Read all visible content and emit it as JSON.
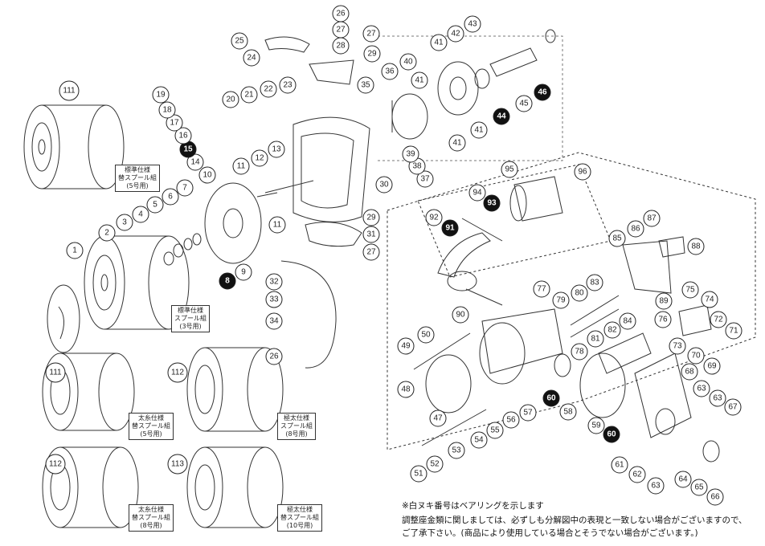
{
  "callouts": [
    {
      "id": "1",
      "filled": false
    },
    {
      "id": "2",
      "filled": false
    },
    {
      "id": "3",
      "filled": false
    },
    {
      "id": "4",
      "filled": false
    },
    {
      "id": "5",
      "filled": false
    },
    {
      "id": "6",
      "filled": false
    },
    {
      "id": "7",
      "filled": false
    },
    {
      "id": "8",
      "filled": true
    },
    {
      "id": "9",
      "filled": false
    },
    {
      "id": "10",
      "filled": false
    },
    {
      "id": "11a",
      "label": "11",
      "filled": false
    },
    {
      "id": "11b",
      "label": "11",
      "filled": false
    },
    {
      "id": "12",
      "filled": false
    },
    {
      "id": "13",
      "filled": false
    },
    {
      "id": "14",
      "filled": false
    },
    {
      "id": "15",
      "filled": true
    },
    {
      "id": "16",
      "filled": false
    },
    {
      "id": "17",
      "filled": false
    },
    {
      "id": "18",
      "filled": false
    },
    {
      "id": "19",
      "filled": false
    },
    {
      "id": "20",
      "filled": false
    },
    {
      "id": "21",
      "filled": false
    },
    {
      "id": "22",
      "filled": false
    },
    {
      "id": "23",
      "filled": false
    },
    {
      "id": "24",
      "filled": false
    },
    {
      "id": "25",
      "filled": false
    },
    {
      "id": "26a",
      "label": "26",
      "filled": false
    },
    {
      "id": "26b",
      "label": "26",
      "filled": false
    },
    {
      "id": "27a",
      "label": "27",
      "filled": false
    },
    {
      "id": "27b",
      "label": "27",
      "filled": false
    },
    {
      "id": "27c",
      "label": "27",
      "filled": false
    },
    {
      "id": "28",
      "filled": false
    },
    {
      "id": "29a",
      "label": "29",
      "filled": false
    },
    {
      "id": "29b",
      "label": "29",
      "filled": false
    },
    {
      "id": "30",
      "filled": false
    },
    {
      "id": "31",
      "filled": false
    },
    {
      "id": "32",
      "filled": false
    },
    {
      "id": "33",
      "filled": false
    },
    {
      "id": "34",
      "filled": false
    },
    {
      "id": "35",
      "filled": false
    },
    {
      "id": "36",
      "filled": false
    },
    {
      "id": "37",
      "filled": false
    },
    {
      "id": "38",
      "filled": false
    },
    {
      "id": "39",
      "filled": false
    },
    {
      "id": "40",
      "filled": false
    },
    {
      "id": "41a",
      "label": "41",
      "filled": false
    },
    {
      "id": "41b",
      "label": "41",
      "filled": false
    },
    {
      "id": "41c",
      "label": "41",
      "filled": false
    },
    {
      "id": "41d",
      "label": "41",
      "filled": false
    },
    {
      "id": "42",
      "filled": false
    },
    {
      "id": "43",
      "filled": false
    },
    {
      "id": "44",
      "filled": true
    },
    {
      "id": "45",
      "filled": false
    },
    {
      "id": "46",
      "filled": true
    },
    {
      "id": "47",
      "filled": false
    },
    {
      "id": "48",
      "filled": false
    },
    {
      "id": "49",
      "filled": false
    },
    {
      "id": "50",
      "filled": false
    },
    {
      "id": "51",
      "filled": false
    },
    {
      "id": "52",
      "filled": false
    },
    {
      "id": "53",
      "filled": false
    },
    {
      "id": "54",
      "filled": false
    },
    {
      "id": "55",
      "filled": false
    },
    {
      "id": "56",
      "filled": false
    },
    {
      "id": "57",
      "filled": false
    },
    {
      "id": "58",
      "filled": false
    },
    {
      "id": "59",
      "filled": false
    },
    {
      "id": "60a",
      "label": "60",
      "filled": true
    },
    {
      "id": "60b",
      "label": "60",
      "filled": true
    },
    {
      "id": "61",
      "filled": false
    },
    {
      "id": "62",
      "filled": false
    },
    {
      "id": "63a",
      "label": "63",
      "filled": false
    },
    {
      "id": "63b",
      "label": "63",
      "filled": false
    },
    {
      "id": "63c",
      "label": "63",
      "filled": false
    },
    {
      "id": "64",
      "filled": false
    },
    {
      "id": "65",
      "filled": false
    },
    {
      "id": "66",
      "filled": false
    },
    {
      "id": "67",
      "filled": false
    },
    {
      "id": "68",
      "filled": false
    },
    {
      "id": "69",
      "filled": false
    },
    {
      "id": "70",
      "filled": false
    },
    {
      "id": "71",
      "filled": false
    },
    {
      "id": "72",
      "filled": false
    },
    {
      "id": "73",
      "filled": false
    },
    {
      "id": "74",
      "filled": false
    },
    {
      "id": "75",
      "filled": false
    },
    {
      "id": "76",
      "filled": false
    },
    {
      "id": "77",
      "filled": false
    },
    {
      "id": "78",
      "filled": false
    },
    {
      "id": "79",
      "filled": false
    },
    {
      "id": "80",
      "filled": false
    },
    {
      "id": "81",
      "filled": false
    },
    {
      "id": "82",
      "filled": false
    },
    {
      "id": "83",
      "filled": false
    },
    {
      "id": "84",
      "filled": false
    },
    {
      "id": "85",
      "filled": false
    },
    {
      "id": "86",
      "filled": false
    },
    {
      "id": "87",
      "filled": false
    },
    {
      "id": "88",
      "filled": false
    },
    {
      "id": "89",
      "filled": false
    },
    {
      "id": "90",
      "filled": false
    },
    {
      "id": "91",
      "filled": true
    },
    {
      "id": "92",
      "filled": false
    },
    {
      "id": "93",
      "filled": true
    },
    {
      "id": "94",
      "filled": false
    },
    {
      "id": "95",
      "filled": false
    },
    {
      "id": "96",
      "filled": false
    },
    {
      "id": "111a",
      "label": "111",
      "filled": false
    },
    {
      "id": "111b",
      "label": "111",
      "filled": false
    },
    {
      "id": "112a",
      "label": "112",
      "filled": false
    },
    {
      "id": "112b",
      "label": "112",
      "filled": false
    },
    {
      "id": "113",
      "filled": false
    }
  ],
  "spool_captions": {
    "c111a": "標準仕様\n替スプール組\n(5号用)",
    "c2": "標準仕様\nスプール組\n(3号用)",
    "c111b": "太糸仕様\n替スプール組\n(5号用)",
    "c112a": "極太仕様\nスプール組\n(8号用)",
    "c112b": "太糸仕様\n替スプール組\n(8号用)",
    "c113": "極太仕様\n替スプール組\n(10号用)"
  },
  "notes": {
    "line1": "※白ヌキ番号はベアリングを示します",
    "line2": "調整座金類に関しましては、必ずしも分解図中の表現と一致しない場合がございますので、",
    "line3": "ご了承下さい。(商品により使用している場合とそうでない場合がございます。)"
  },
  "colors": {
    "ink": "#222222",
    "bearing_fill": "#111111",
    "paper": "#ffffff"
  }
}
